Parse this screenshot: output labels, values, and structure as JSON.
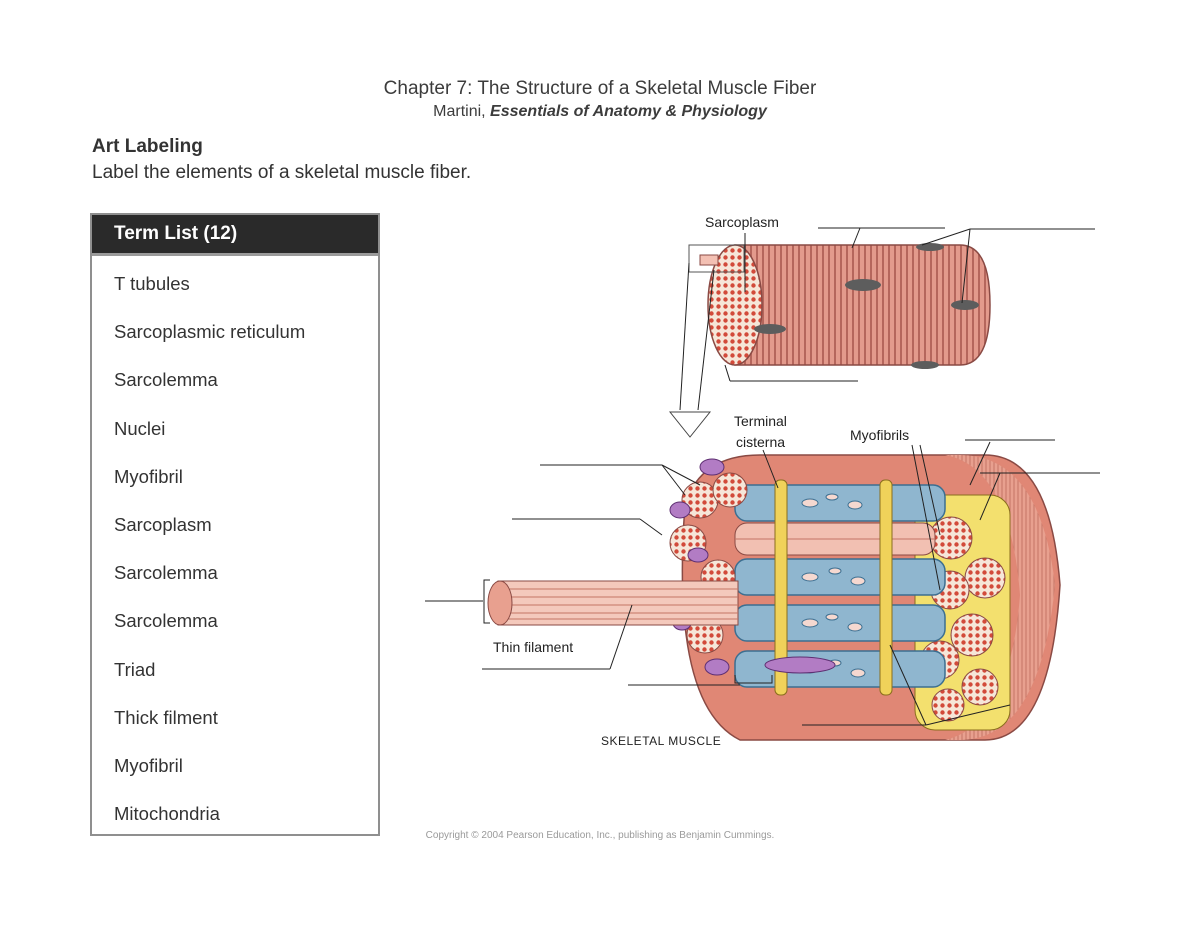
{
  "header": {
    "title": "Chapter 7: The Structure of a Skeletal Muscle Fiber",
    "author": "Martini,",
    "book": "Essentials of Anatomy & Physiology"
  },
  "activity": {
    "heading": "Art Labeling",
    "instructions": "Label the elements of a skeletal muscle fiber."
  },
  "term_list": {
    "title": "Term List (12)",
    "items": [
      "T tubules",
      "Sarcoplasmic reticulum",
      "Sarcolemma",
      "Nuclei",
      "Myofibril",
      "Sarcoplasm",
      "Sarcolemma",
      "Sarcolemma",
      "Triad",
      "Thick filment",
      "Myofibril",
      "Mitochondria"
    ]
  },
  "diagram": {
    "labels": {
      "sarcoplasm": "Sarcoplasm",
      "terminal_line1": "Terminal",
      "terminal_line2": "cisterna",
      "myofibrils": "Myofibrils",
      "thin_filament": "Thin filament",
      "caption": "SKELETAL MUSCLE"
    },
    "colors": {
      "muscle": "#e39a8c",
      "striation": "#b5665c",
      "nucleus": "#5d5d5d",
      "sr": "#8fb6cf",
      "sr_outline": "#3c6f91",
      "ttubule": "#f0d25a",
      "mitochondria": "#b27cc4"
    }
  },
  "footer": {
    "copyright": "Copyright © 2004 Pearson Education, Inc., publishing as Benjamin Cummings."
  }
}
